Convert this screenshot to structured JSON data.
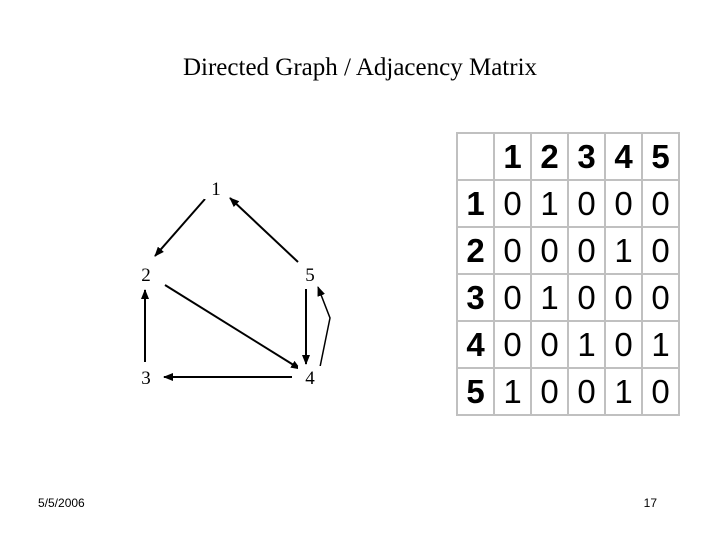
{
  "title": "Directed Graph / Adjacency Matrix",
  "graph": {
    "nodes": [
      {
        "id": "1",
        "label": "1"
      },
      {
        "id": "2",
        "label": "2"
      },
      {
        "id": "3",
        "label": "3"
      },
      {
        "id": "4",
        "label": "4"
      },
      {
        "id": "5",
        "label": "5"
      }
    ],
    "edges": [
      {
        "from": "1",
        "to": "2"
      },
      {
        "from": "2",
        "to": "4"
      },
      {
        "from": "3",
        "to": "2"
      },
      {
        "from": "4",
        "to": "3"
      },
      {
        "from": "4",
        "to": "5"
      },
      {
        "from": "5",
        "to": "1"
      },
      {
        "from": "5",
        "to": "4"
      }
    ]
  },
  "matrix": {
    "col_headers": [
      "1",
      "2",
      "3",
      "4",
      "5"
    ],
    "rows": [
      {
        "label": "1",
        "cells": [
          "0",
          "1",
          "0",
          "0",
          "0"
        ]
      },
      {
        "label": "2",
        "cells": [
          "0",
          "0",
          "0",
          "1",
          "0"
        ]
      },
      {
        "label": "3",
        "cells": [
          "0",
          "1",
          "0",
          "0",
          "0"
        ]
      },
      {
        "label": "4",
        "cells": [
          "0",
          "0",
          "1",
          "0",
          "1"
        ]
      },
      {
        "label": "5",
        "cells": [
          "1",
          "0",
          "0",
          "1",
          "0"
        ]
      }
    ]
  },
  "footer": {
    "date": "5/5/2006",
    "page": "17"
  }
}
